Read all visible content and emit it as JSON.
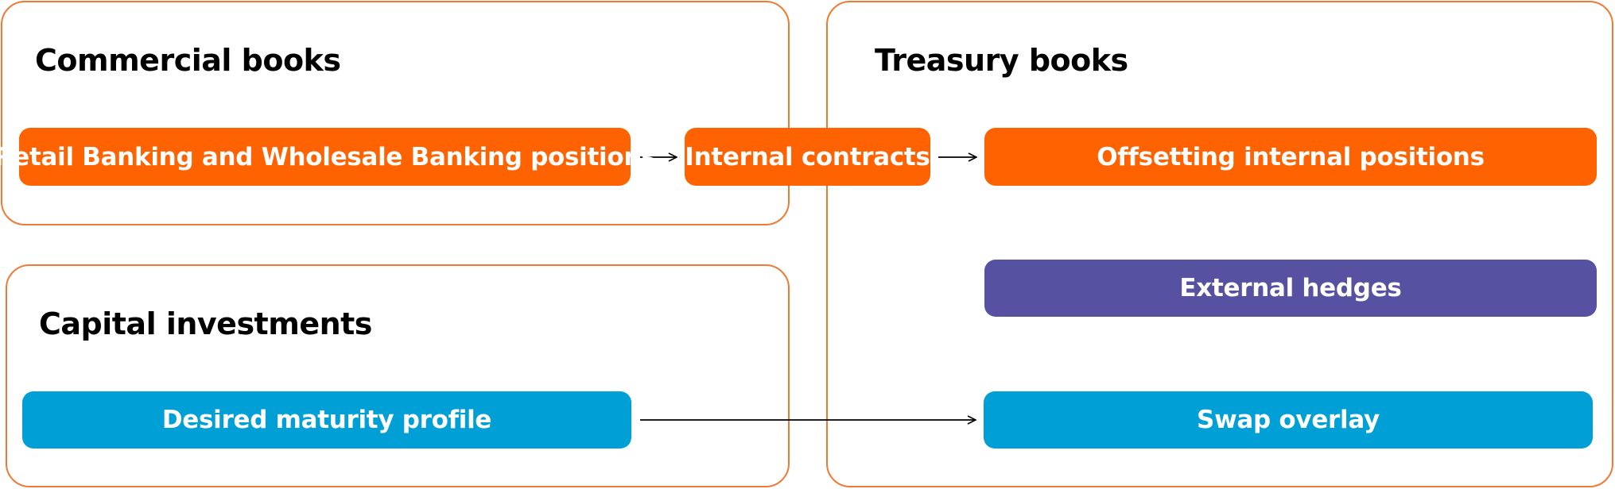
{
  "colors": {
    "border": "#ee7a34",
    "orange": "#ff6200",
    "purple": "#5651a1",
    "blue": "#009fd6",
    "text": "#000000",
    "pill_text": "#ffffff"
  },
  "panels": {
    "commercial": {
      "title": "Commercial books"
    },
    "capital": {
      "title": "Capital investments"
    },
    "treasury": {
      "title": "Treasury books"
    }
  },
  "boxes": {
    "retail_wholesale": "Retail Banking and Wholesale Banking positions",
    "internal_contracts": "Internal contracts",
    "offsetting": "Offsetting internal positions",
    "external_hedges": "External hedges",
    "desired_maturity": "Desired maturity profile",
    "swap_overlay": "Swap overlay"
  },
  "connections": [
    {
      "from": "retail_wholesale",
      "to": "internal_contracts"
    },
    {
      "from": "internal_contracts",
      "to": "offsetting"
    },
    {
      "from": "desired_maturity",
      "to": "swap_overlay"
    }
  ]
}
